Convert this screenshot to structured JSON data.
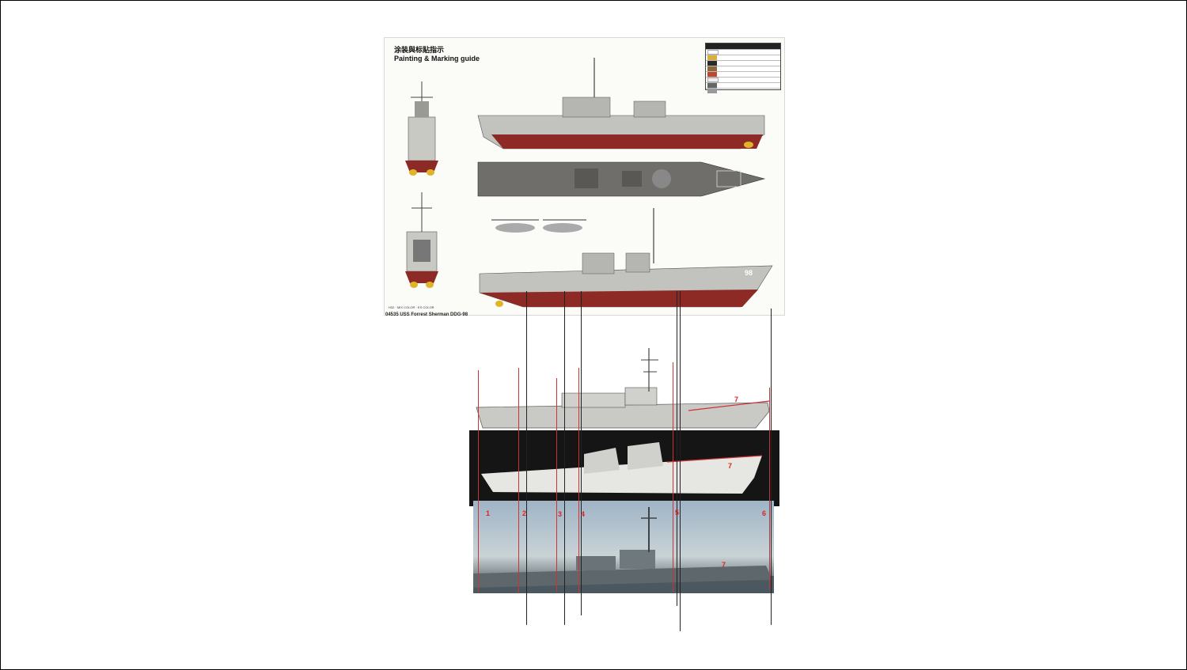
{
  "guide": {
    "title_cn": "涂装與标贴指示",
    "title_en": "Painting & Marking guide",
    "caption": "04535 USS Forrest Sherman DDG-98",
    "legend_note": "H32 · MIX COLOR · ES COLOR"
  },
  "colors": {
    "hull_red": "#8e2a25",
    "hull_grey": "#b8b9b5",
    "deck_grey": "#6f6e6a",
    "marker_red": "#cc2222"
  },
  "markers": [
    "1",
    "2",
    "3",
    "4",
    "5",
    "6",
    "7"
  ],
  "hull_number": "98"
}
